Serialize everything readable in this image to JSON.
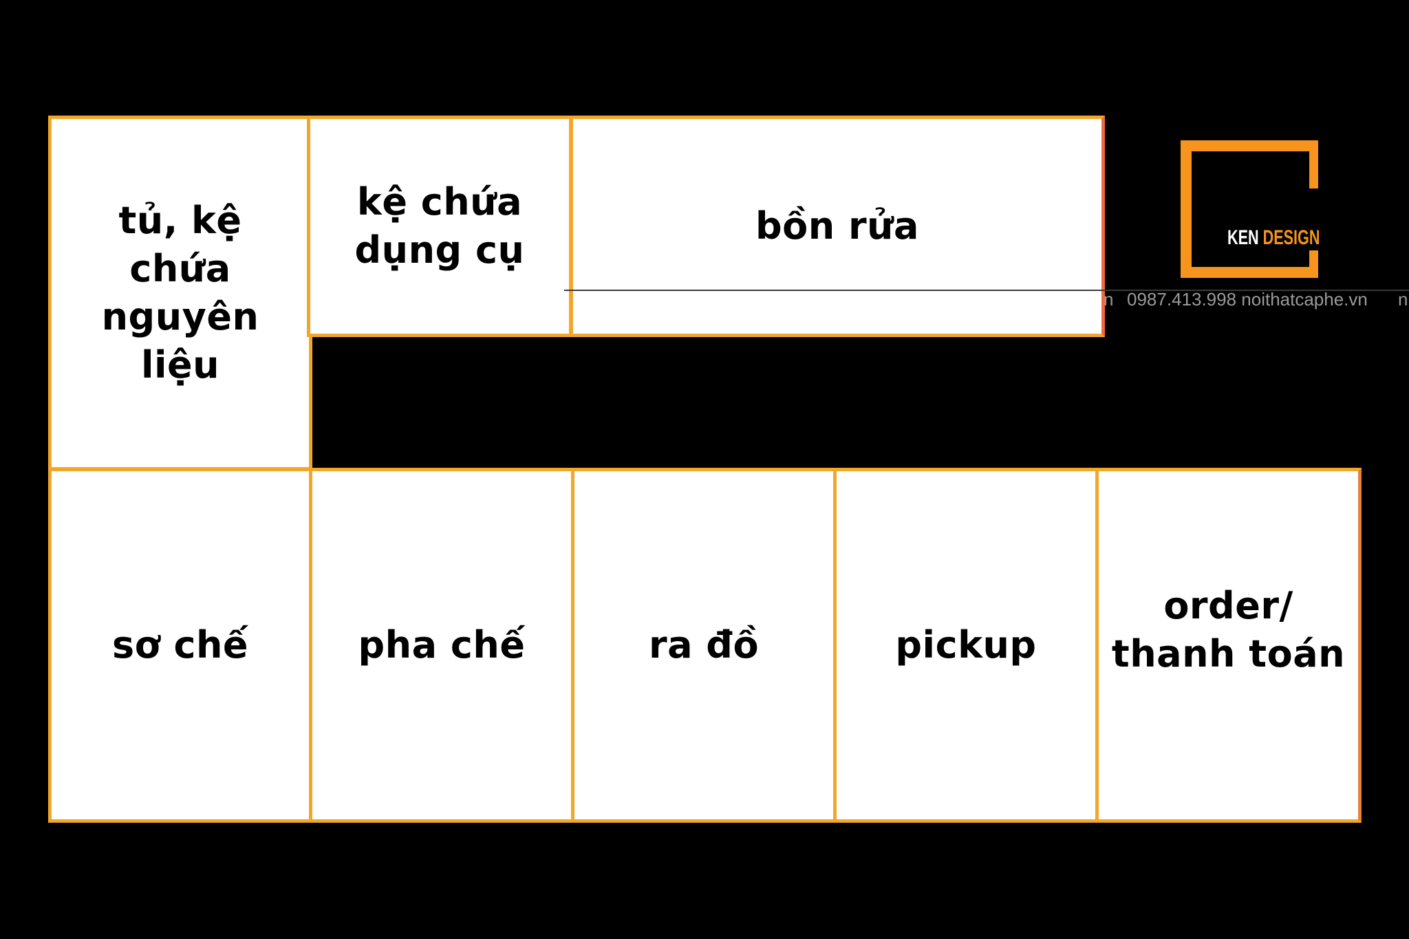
{
  "diagram": {
    "zones": {
      "tu_ke": "tủ, kệ\nchứa\nnguyên\nliệu",
      "ke_dung_cu": "kệ chứa\ndụng cụ",
      "bon_rua": "bồn rửa",
      "so_che": "sơ chế",
      "pha_che": "pha chế",
      "ra_do": "ra đồ",
      "pickup": "pickup",
      "order": "order/\nthanh toán"
    },
    "border_color": "#f2a72b",
    "background_color": "#000000"
  },
  "logo": {
    "ken": "KEN",
    "design": "DESIGN",
    "brand_color": "#f7941d",
    "icon": "ken-design-logo"
  },
  "watermark": {
    "text": "0987.413.998   noithatcaphe.vn",
    "left_fragment": "n",
    "right_fragment": "n"
  }
}
